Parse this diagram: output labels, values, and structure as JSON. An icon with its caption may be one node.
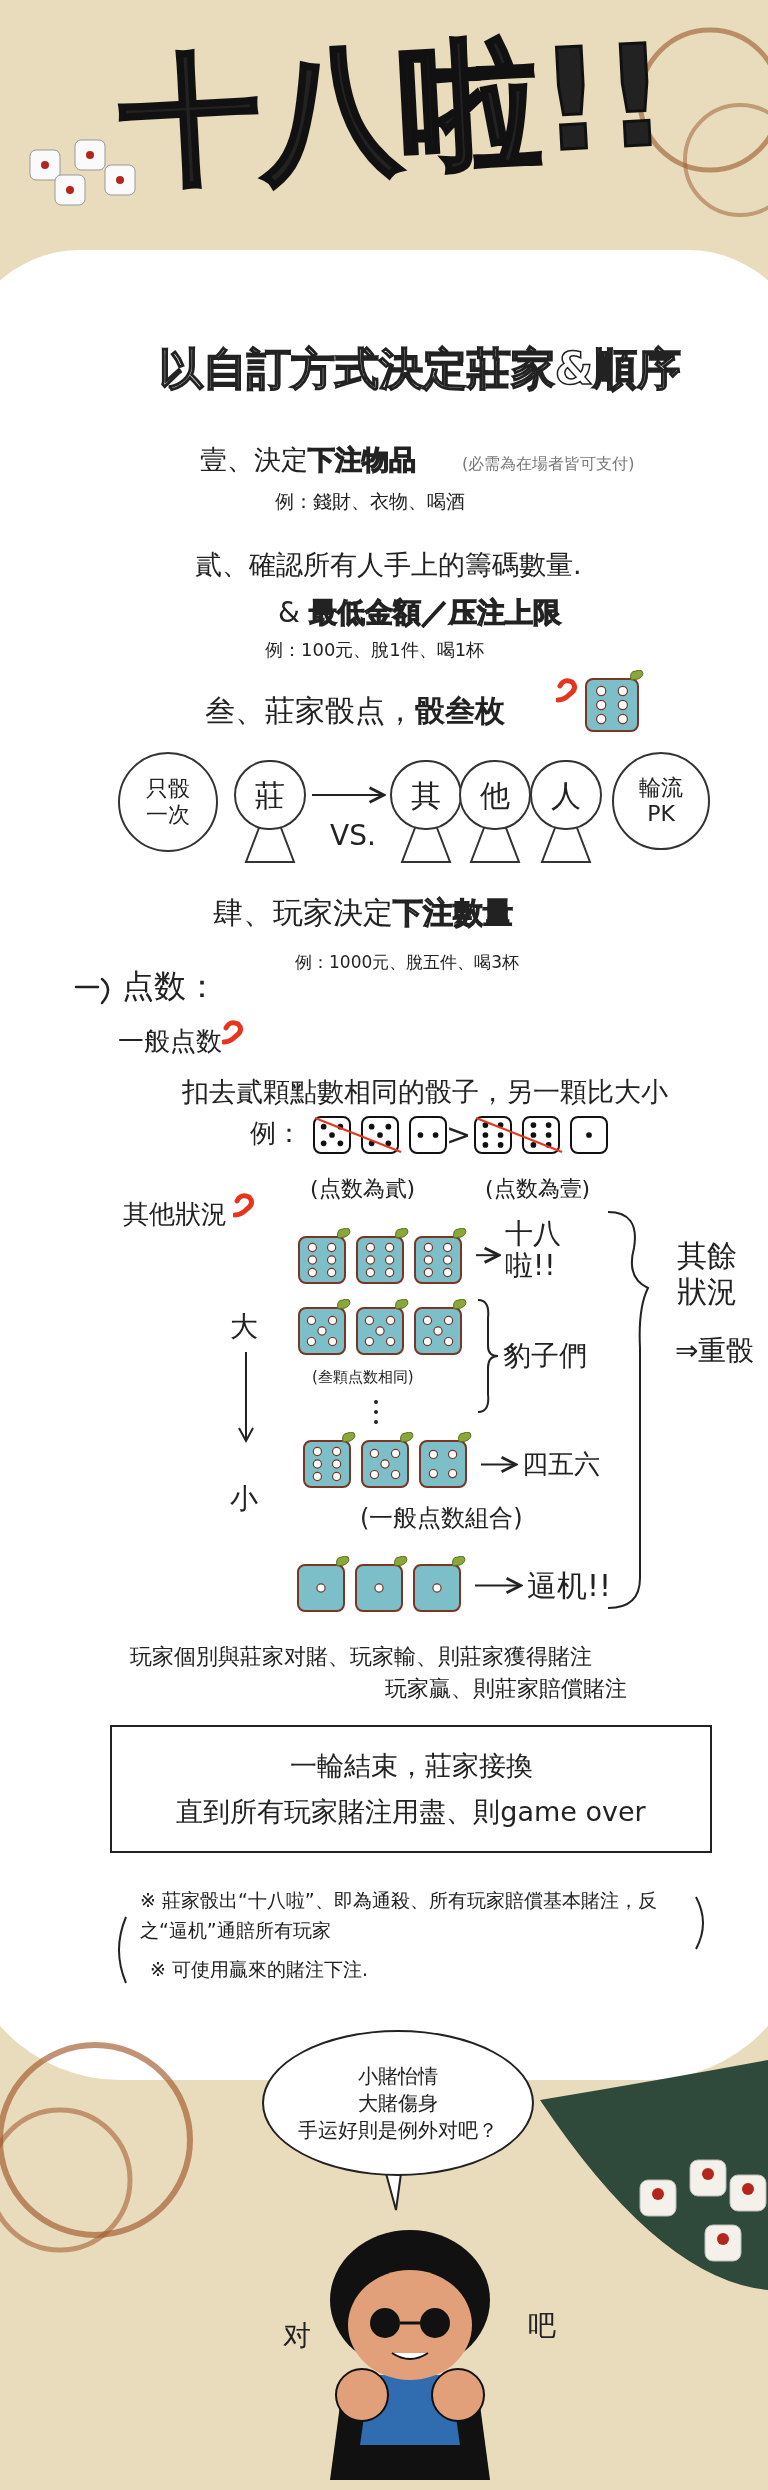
{
  "diagram": {
    "title": "十八啦!!",
    "nodes": [
      {
        "text": [
          "只骰一次"
        ]
      },
      {
        "text": [
          "莊"
        ]
      },
      {
        "text": [
          "其"
        ]
      },
      {
        "text": [
          "他"
        ]
      },
      {
        "text": [
          "人"
        ]
      },
      {
        "text": [
          "輪流PK"
        ]
      },
      {
        "text": [],
        "shape": "picture"
      },
      {
        "text": [
          "十八啦!!"
        ]
      },
      {
        "text": [],
        "shape": "picture"
      },
      {
        "text": [],
        "shape": "picture"
      },
      {
        "text": [
          "四五六"
        ]
      },
      {
        "text": [],
        "shape": "picture"
      },
      {
        "text": [
          "逼机!!"
        ]
      },
      {
        "text": [
          "一輪結束，莊家接換",
          "直到所有玩家賭注用盡、則game over"
        ]
      },
      {
        "text": [
          "小賭怡情",
          "大賭傷身",
          "手运好則是例外对吧？"
        ]
      }
    ],
    "edges": [
      {
        "from": 1,
        "to": 2,
        "arrow": "to"
      },
      {
        "from": 6,
        "to": 7,
        "arrow": "to"
      },
      {
        "from": 9,
        "to": 10,
        "arrow": "to"
      },
      {
        "from": 11,
        "to": 12,
        "arrow": "to"
      }
    ],
    "labels": [
      "以自訂方式決定莊家&順序",
      "壹、決定**下注物品**",
      "(必需為在場者皆可支付)",
      "例：錢財、衣物、喝酒",
      "貳、確認所有人手上的籌碼數量.",
      "& **最低金額／压注上限**",
      "例：100元、脫1件、喝1杯",
      "叁、莊家骰点，**骰叁枚**",
      "VS.",
      "肆、玩家決定**下注數量**",
      "例：1000元、脫五件、喝3杯",
      "点数：",
      "一般点数",
      "扣去貳顆點數相同的骰子，另一顆比大小",
      "例：",
      ">",
      "(点数為貳)",
      "(点数為壹)",
      "其他狀況",
      "大",
      "(叁顆点数相同)",
      "豹子們",
      "其餘狀況",
      "⇒重骰",
      "小",
      "(一般点数組合)",
      "玩家個別與莊家对賭、玩家輸、則莊家獲得賭注",
      "玩家贏、則莊家賠償賭注",
      "※ 莊家骰出“十八啦”、即為通殺、所有玩家賠償基本賭注，反之“逼机”通賠所有玩家",
      "※ 可使用贏來的賭注下注.",
      "对",
      "吧"
    ]
  }
}
